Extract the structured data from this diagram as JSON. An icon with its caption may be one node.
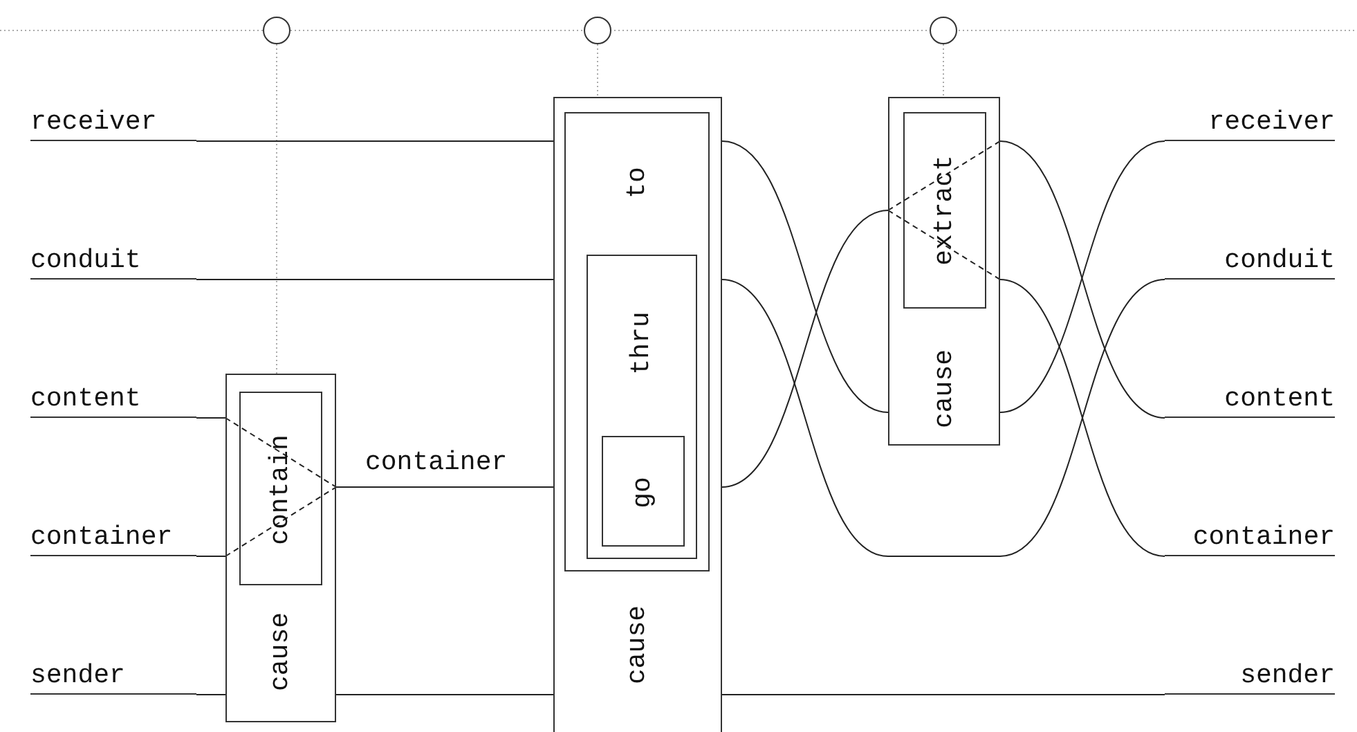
{
  "diagram": {
    "nodes": [
      {
        "text": [],
        "shape": "circle"
      },
      {
        "text": [],
        "shape": "circle"
      },
      {
        "text": [],
        "shape": "circle"
      },
      {
        "text": [
          "receiver"
        ]
      },
      {
        "text": [
          "conduit"
        ]
      },
      {
        "text": [
          "content"
        ]
      },
      {
        "text": [
          "container"
        ]
      },
      {
        "text": [
          "sender"
        ]
      },
      {
        "text": [
          "cause"
        ]
      },
      {
        "text": [
          "contain"
        ],
        "in": 8
      },
      {
        "text": [
          "cause"
        ]
      },
      {
        "text": [
          "to"
        ],
        "in": 10
      },
      {
        "text": [
          "thru"
        ],
        "in": 11
      },
      {
        "text": [
          "go"
        ],
        "in": 12
      },
      {
        "text": [
          "cause"
        ]
      },
      {
        "text": [
          "extract"
        ],
        "in": 14
      },
      {
        "text": [
          "receiver"
        ]
      },
      {
        "text": [
          "conduit"
        ]
      },
      {
        "text": [
          "content"
        ]
      },
      {
        "text": [
          "container"
        ]
      },
      {
        "text": [
          "sender"
        ]
      }
    ],
    "edges": [
      {
        "from": 0,
        "to": 8,
        "arrow": "none",
        "style": "dashed",
        "color": "#aaaaaa"
      },
      {
        "from": 1,
        "to": 10,
        "arrow": "none",
        "style": "dashed",
        "color": "#aaaaaa"
      },
      {
        "from": 2,
        "to": 14,
        "arrow": "none",
        "style": "dashed",
        "color": "#aaaaaa"
      },
      {
        "from": 3,
        "to": 10,
        "arrow": "none"
      },
      {
        "from": 4,
        "to": 10,
        "arrow": "none"
      },
      {
        "from": 5,
        "to": 8,
        "arrow": "none"
      },
      {
        "from": 6,
        "to": 8,
        "arrow": "none"
      },
      {
        "from": 7,
        "to": 8,
        "arrow": "none"
      },
      {
        "from": 8,
        "to": 10,
        "arrow": "none",
        "label": "container"
      },
      {
        "from": 8,
        "to": 10,
        "arrow": "none"
      },
      {
        "from": 10,
        "to": 14,
        "arrow": "none"
      },
      {
        "from": 10,
        "to": 17,
        "arrow": "none"
      },
      {
        "from": 10,
        "to": 14,
        "arrow": "none"
      },
      {
        "from": 10,
        "to": 20,
        "arrow": "none"
      },
      {
        "from": 14,
        "to": 18,
        "arrow": "none"
      },
      {
        "from": 14,
        "to": 19,
        "arrow": "none"
      },
      {
        "from": 14,
        "to": 16,
        "arrow": "none"
      }
    ]
  }
}
